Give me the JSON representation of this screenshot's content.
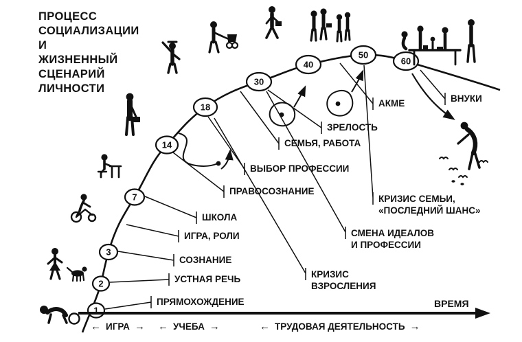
{
  "title": {
    "lines": [
      "ПРОЦЕСС",
      "СОЦИАЛИЗАЦИИ",
      "И",
      "ЖИЗНЕННЫЙ",
      "СЦЕНАРИЙ",
      "ЛИЧНОСТИ"
    ]
  },
  "diagram": {
    "ages": [
      "1",
      "2",
      "3",
      "7",
      "14",
      "18",
      "30",
      "40",
      "50",
      "60"
    ],
    "stage_labels": [
      "ПРЯМОХОЖДЕНИЕ",
      "УСТНАЯ РЕЧЬ",
      "СОЗНАНИЕ",
      "ИГРА, РОЛИ",
      "ШКОЛА",
      "ПРАВОСОЗНАНИЕ",
      "ВЫБОР ПРОФЕССИИ",
      "СЕМЬЯ, РАБОТА",
      "ЗРЕЛОСТЬ",
      "АКМЕ",
      "ВНУКИ"
    ],
    "crisis_labels": [
      {
        "line1": "КРИЗИС",
        "line2": "ВЗРОСЛЕНИЯ"
      },
      {
        "line1": "СМЕНА ИДЕАЛОВ",
        "line2": "И ПРОФЕССИИ"
      },
      {
        "line1": "КРИЗИС СЕМЬИ,",
        "line2": "«ПОСЛЕДНИЙ ШАНС»"
      }
    ]
  },
  "axis": {
    "time_label": "ВРЕМЯ"
  },
  "phases": [
    {
      "label": "ИГРА"
    },
    {
      "label": "УЧЕБА"
    },
    {
      "label": "ТРУДОВАЯ ДЕЯТЕЛЬНОСТЬ"
    }
  ],
  "icons": {
    "arrow_left": "←",
    "arrow_right": "→"
  },
  "colors": {
    "ink": "#111111",
    "background": "#ffffff"
  }
}
